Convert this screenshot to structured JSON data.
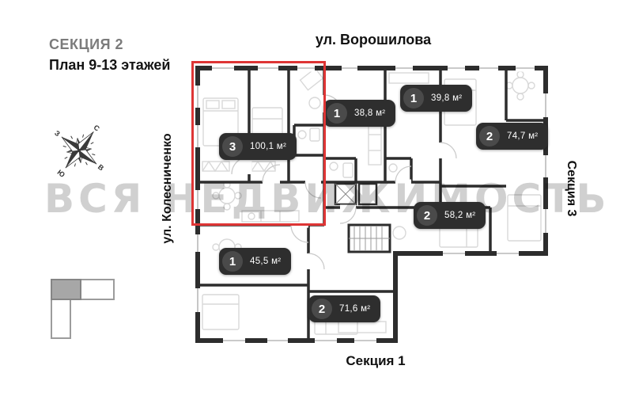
{
  "header": {
    "section": "СЕКЦИЯ 2",
    "plan": "План 9-13 этажей"
  },
  "streets": {
    "top": "ул. Ворошилова",
    "left": "ул. Колесниченко"
  },
  "sections": {
    "right": "Секция 3",
    "bottom": "Секция 1"
  },
  "watermark": "ВСЯ НЕДВИЖИМОСТЬ",
  "compass": {
    "north": "С",
    "east": "В",
    "south": "Ю",
    "west": "З"
  },
  "apartments": [
    {
      "rooms": "3",
      "area": "100,1 м²",
      "highlighted": true
    },
    {
      "rooms": "1",
      "area": "38,8 м²",
      "highlighted": false
    },
    {
      "rooms": "1",
      "area": "39,8 м²",
      "highlighted": false
    },
    {
      "rooms": "2",
      "area": "74,7 м²",
      "highlighted": false
    },
    {
      "rooms": "2",
      "area": "58,2 м²",
      "highlighted": false
    },
    {
      "rooms": "1",
      "area": "45,5 м²",
      "highlighted": false
    },
    {
      "rooms": "2",
      "area": "71,6 м²",
      "highlighted": false
    }
  ],
  "colors": {
    "badge_background": "#2e2e2e",
    "badge_circle": "#4a4a4a",
    "highlight_outline": "#de3535",
    "wall": "#2d2d2d",
    "watermark": "#d0d0d0",
    "keyplan_highlight": "#a7a7a7"
  }
}
